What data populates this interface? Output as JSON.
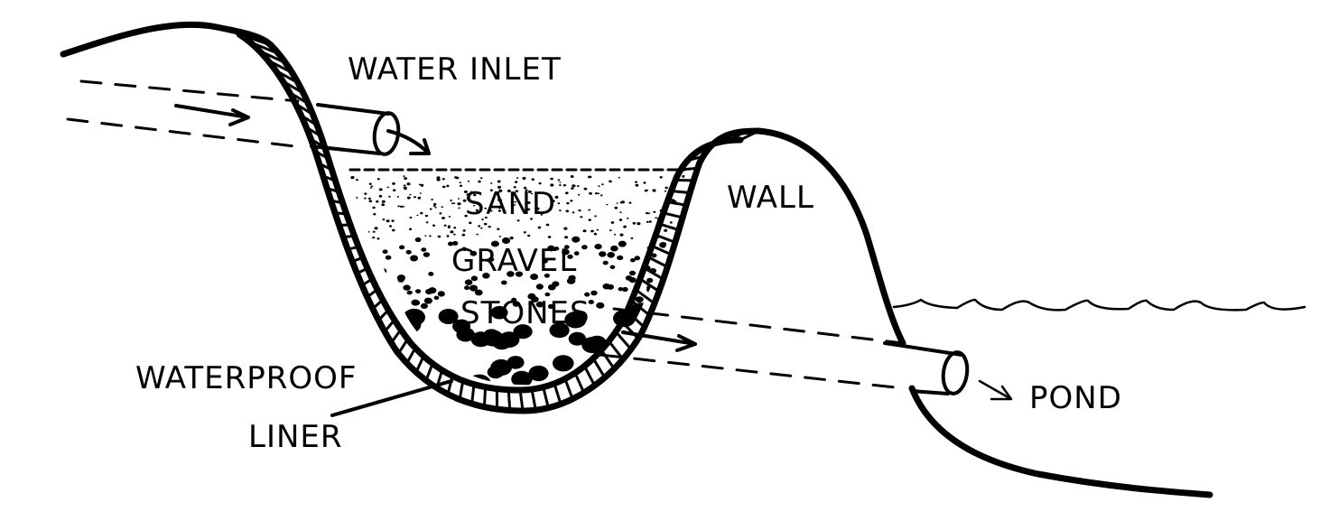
{
  "diagram": {
    "title": "Sand filter pond inlet cross-section",
    "colors": {
      "ink": "#000000",
      "background": "#ffffff"
    },
    "labels": {
      "water_inlet": "WATER INLET",
      "sand": "SAND",
      "gravel": "GRAVEL",
      "stones": "STONES",
      "wall": "WALL",
      "waterproof": "WATERPROOF",
      "liner": "LINER",
      "pond": "POND"
    },
    "layers": [
      "SAND",
      "GRAVEL",
      "STONES"
    ],
    "flow": [
      "WATER INLET",
      "SAND",
      "GRAVEL",
      "STONES",
      "POND"
    ]
  }
}
